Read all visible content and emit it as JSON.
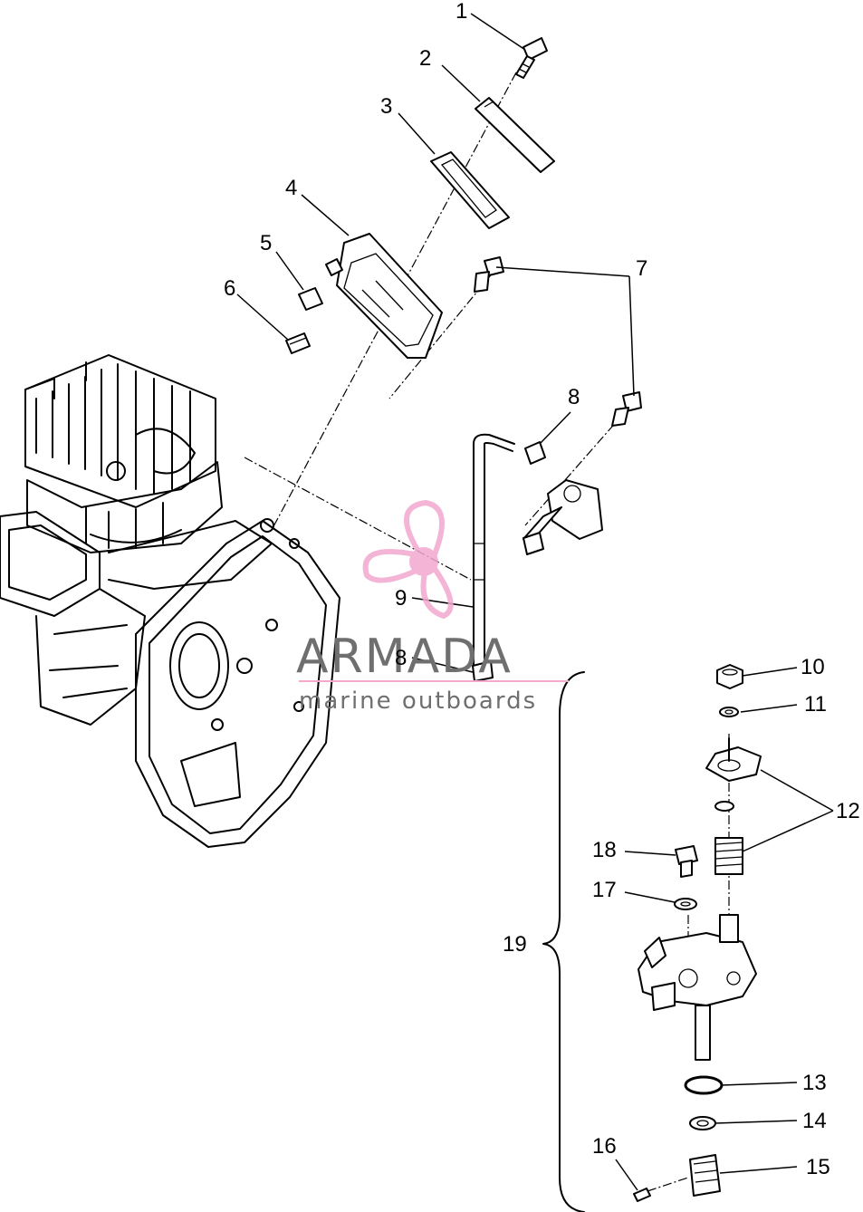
{
  "diagram": {
    "callouts": [
      "1",
      "2",
      "3",
      "4",
      "5",
      "6",
      "7",
      "8",
      "8",
      "9",
      "10",
      "11",
      "12",
      "13",
      "14",
      "15",
      "16",
      "17",
      "18",
      "19"
    ]
  },
  "watermark": {
    "title": "ARMADA",
    "subtitle": "marine outboards",
    "colors": {
      "propeller": "#f2a8cf",
      "text": "#6f6f6f"
    }
  }
}
